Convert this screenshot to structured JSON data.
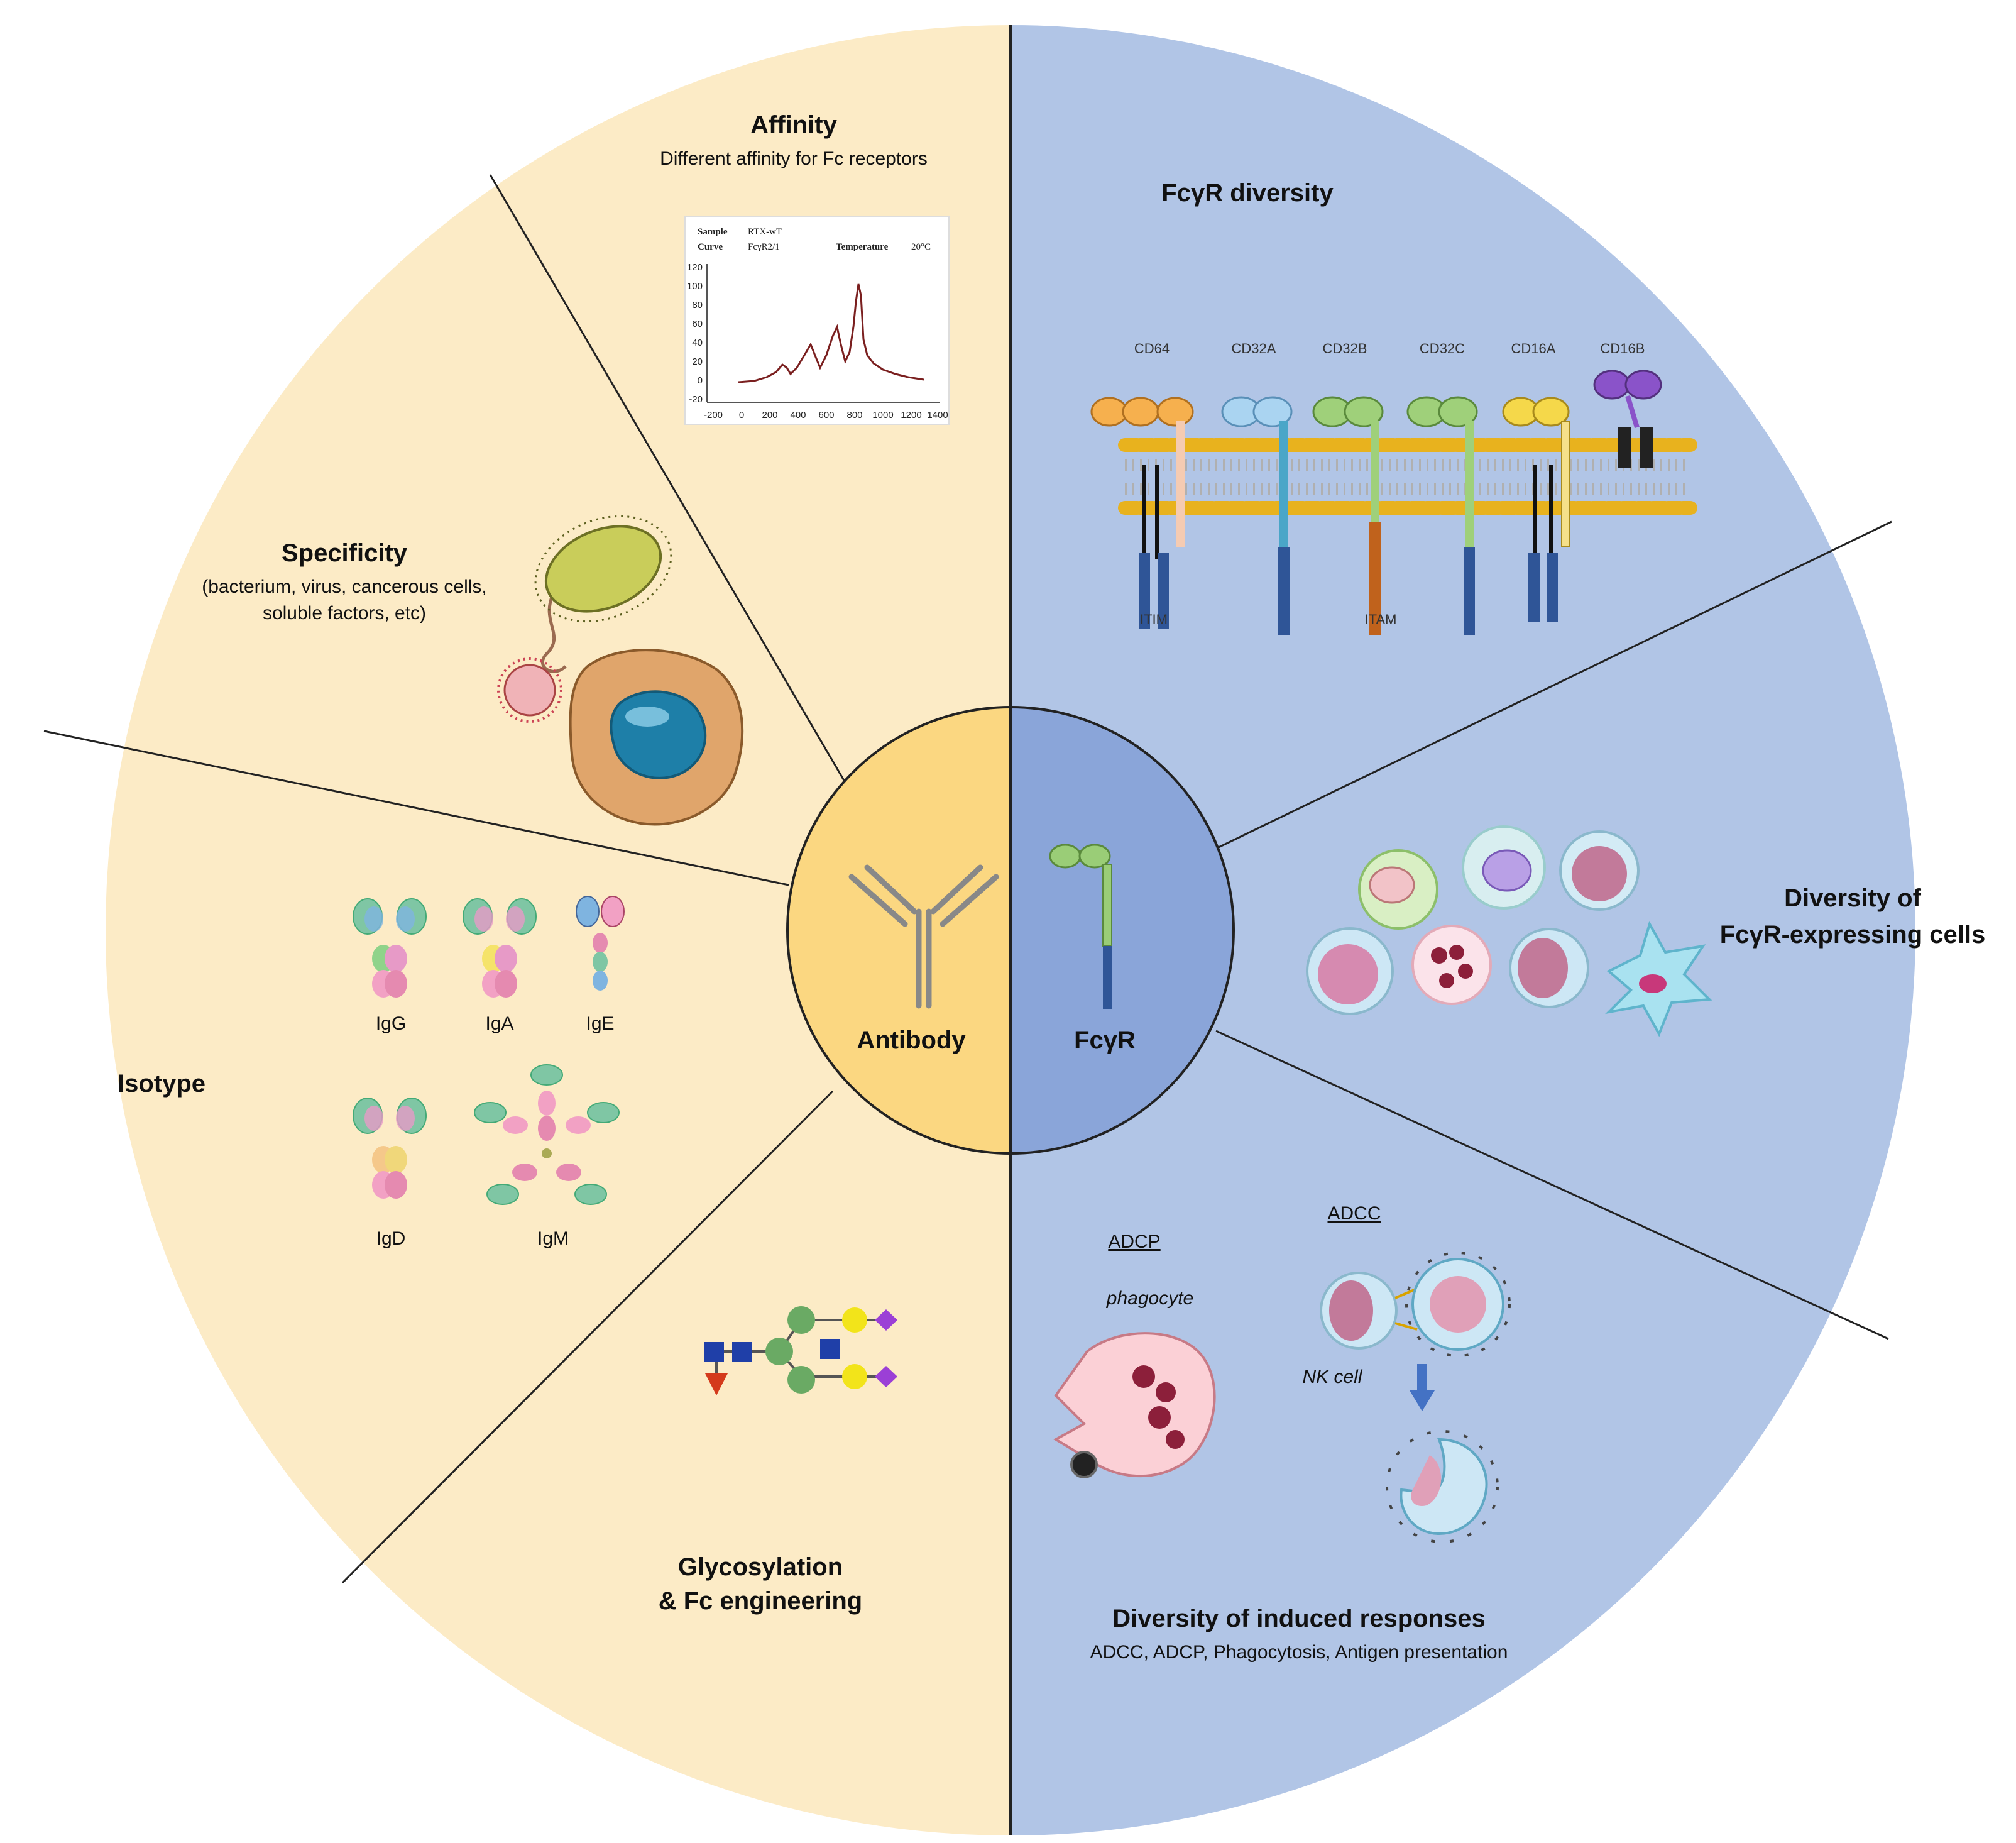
{
  "colors": {
    "antibody_half": "#fcebc6",
    "fcr_half": "#b1c5e6",
    "antibody_center": "#fbd781",
    "fcr_center": "#8aa5d9",
    "line": "#222222"
  },
  "center": {
    "antibody": "Antibody",
    "fcr": "FcγR"
  },
  "affinity": {
    "title": "Affinity",
    "subtitle": "Different affinity for Fc receptors",
    "chart": {
      "sample_label": "Sample",
      "sample_value": "RTX-wT",
      "curve_label": "Curve",
      "curve_value": "FcγR2/1",
      "temperature_label": "Temperature",
      "temperature_value": "20°C",
      "y_ticks": [
        "120",
        "100",
        "80",
        "60",
        "40",
        "20",
        "0",
        "-20"
      ],
      "x_ticks": [
        "-200",
        "0",
        "200",
        "400",
        "600",
        "800",
        "1000",
        "1200",
        "1400"
      ]
    }
  },
  "specificity": {
    "title": "Specificity",
    "line1": "(bacterium, virus, cancerous cells,",
    "line2": "soluble factors, etc)"
  },
  "isotype": {
    "title": "Isotype",
    "labels": [
      "IgG",
      "IgA",
      "IgE",
      "IgD",
      "IgM"
    ]
  },
  "glycosylation": {
    "line1": "Glycosylation",
    "line2": "& Fc engineering"
  },
  "fcr_diversity": {
    "title": "FcγR diversity",
    "receptors": [
      "CD64",
      "CD32A",
      "CD32B",
      "CD32C",
      "CD16A",
      "CD16B"
    ],
    "motifs": [
      "ITIM",
      "ITAM"
    ]
  },
  "cells": {
    "line1": "Diversity of",
    "line2": "FcγR-expressing cells"
  },
  "responses": {
    "title": "Diversity of induced responses",
    "subtitle": "ADCC, ADCP, Phagocytosis, Antigen presentation",
    "adcp": "ADCP",
    "phagocyte": "phagocyte",
    "adcc": "ADCC",
    "nk_cell": "NK cell"
  }
}
